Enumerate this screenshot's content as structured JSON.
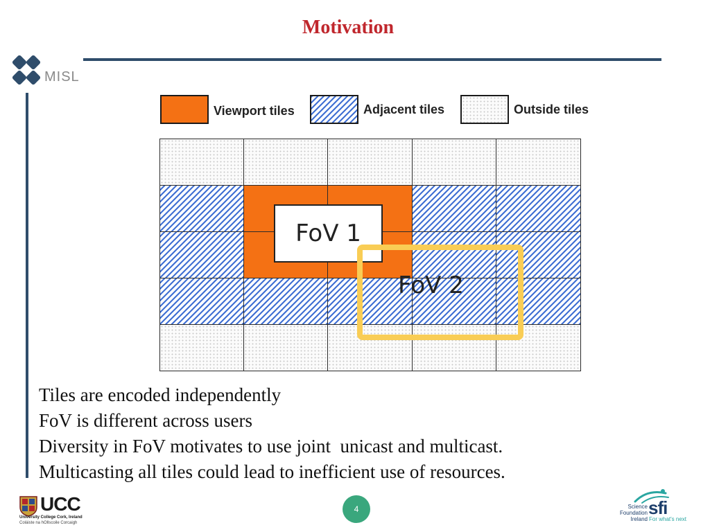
{
  "slide": {
    "title": "Motivation",
    "logo_text": "MISL",
    "page_number": "4"
  },
  "legend": [
    {
      "key": "viewport",
      "label": "Viewport tiles"
    },
    {
      "key": "adjacent",
      "label": "Adjacent tiles"
    },
    {
      "key": "outside",
      "label": "Outside tiles"
    }
  ],
  "tile_grid": {
    "rows": 5,
    "cols": 5,
    "cells": [
      [
        "outside",
        "outside",
        "outside",
        "outside",
        "outside"
      ],
      [
        "adjacent",
        "viewport",
        "viewport",
        "adjacent",
        "adjacent"
      ],
      [
        "adjacent",
        "viewport",
        "viewport",
        "adjacent",
        "adjacent"
      ],
      [
        "adjacent",
        "adjacent",
        "adjacent",
        "adjacent",
        "adjacent"
      ],
      [
        "outside",
        "outside",
        "outside",
        "outside",
        "outside"
      ]
    ]
  },
  "fov": {
    "fov1_label": "FoV 1",
    "fov2_label": "FoV 2"
  },
  "body_lines": [
    "Tiles are encoded independently",
    "FoV is different across users",
    "Diversity in FoV motivates to use joint  unicast and multicast.",
    "Multicasting all tiles could lead to inefficient use of resources."
  ],
  "footer": {
    "ucc_name": "UCC",
    "ucc_line1": "University College Cork, Ireland",
    "ucc_line2": "Coláiste na hOllscoile Corcaigh",
    "sfi_words": [
      "Science",
      "Foundation",
      "Ireland"
    ],
    "sfi_name": "sfi",
    "sfi_tagline": "For what's next"
  },
  "colors": {
    "title": "#c0272d",
    "rule": "#2f4d6b",
    "viewport": "#f47114",
    "adjacent_stripe": "#3f6fd3",
    "fov2_outline": "#f9cd55",
    "page_badge": "#3aa77d"
  }
}
